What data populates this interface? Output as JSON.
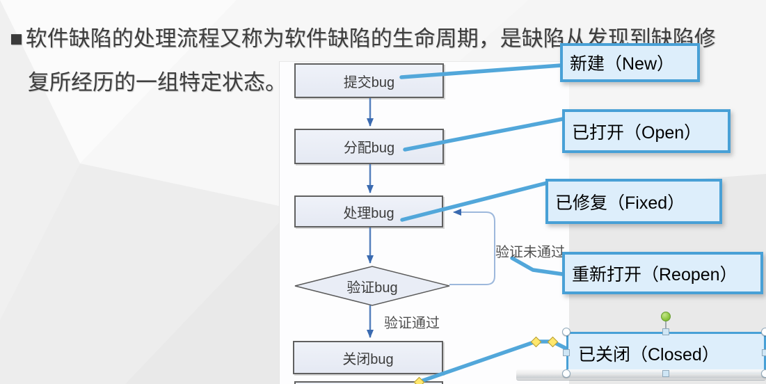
{
  "slide_text": {
    "bullet": "■",
    "line1": "软件缺陷的处理流程又称为软件缺陷的生命周期，是缺陷从发现到缺陷修",
    "line2": "复所经历的一组特定状态。"
  },
  "flowchart": {
    "nodes": [
      {
        "label": "提交bug",
        "shape": "rectangle"
      },
      {
        "label": "分配bug",
        "shape": "rectangle"
      },
      {
        "label": "处理bug",
        "shape": "rectangle"
      },
      {
        "label": "验证bug",
        "shape": "diamond"
      },
      {
        "label": "关闭bug",
        "shape": "rectangle"
      }
    ],
    "branch_pass_label": "验证通过",
    "branch_fail_label": "验证未通过"
  },
  "callouts": {
    "new": {
      "label": "新建（New）",
      "points_to": "提交bug"
    },
    "open": {
      "label": "已打开（Open）",
      "points_to": "分配bug"
    },
    "fixed": {
      "label": "已修复（Fixed）",
      "points_to": "处理bug"
    },
    "reopen": {
      "label": "重新打开（Reopen）",
      "points_to": "验证未通过"
    },
    "closed": {
      "label": "已关闭（Closed）",
      "points_to": "关闭bug",
      "selected": true
    }
  },
  "colors": {
    "callout_fill": "#ddeefb",
    "callout_border": "#48a0d6",
    "connector_line": "#52a7da",
    "flow_arrow": "#3a6ab0",
    "flow_box_fill": "#eaeef7",
    "flow_box_border": "#606060",
    "rotate_handle_green": "#8dc63f",
    "adjust_handle_yellow": "#ffe76d"
  }
}
